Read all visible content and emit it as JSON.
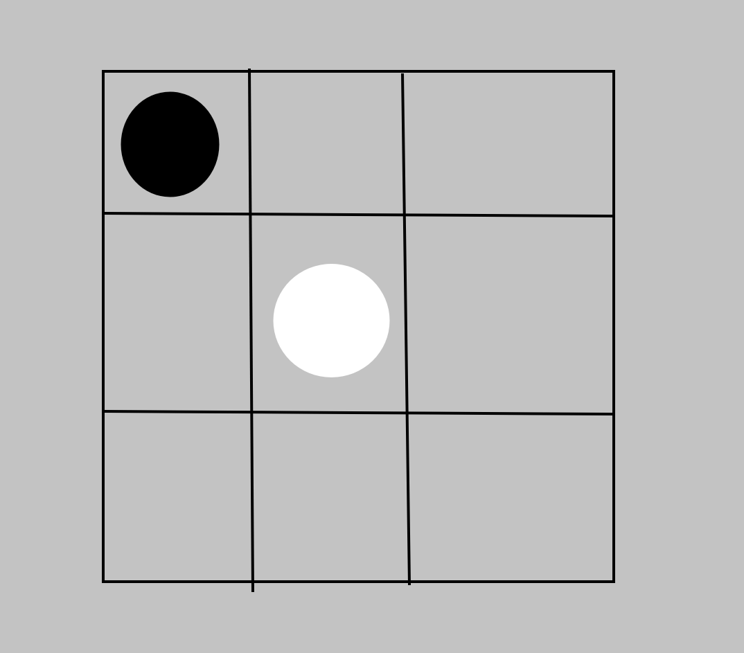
{
  "board": {
    "rows": 3,
    "cols": 3,
    "background_color": "#c3c3c3",
    "line_color": "#000000",
    "cells": [
      [
        "black",
        "empty",
        "empty"
      ],
      [
        "empty",
        "white",
        "empty"
      ],
      [
        "empty",
        "empty",
        "empty"
      ]
    ]
  },
  "pieces": {
    "black": {
      "color": "#000000"
    },
    "white": {
      "color": "#ffffff"
    }
  }
}
